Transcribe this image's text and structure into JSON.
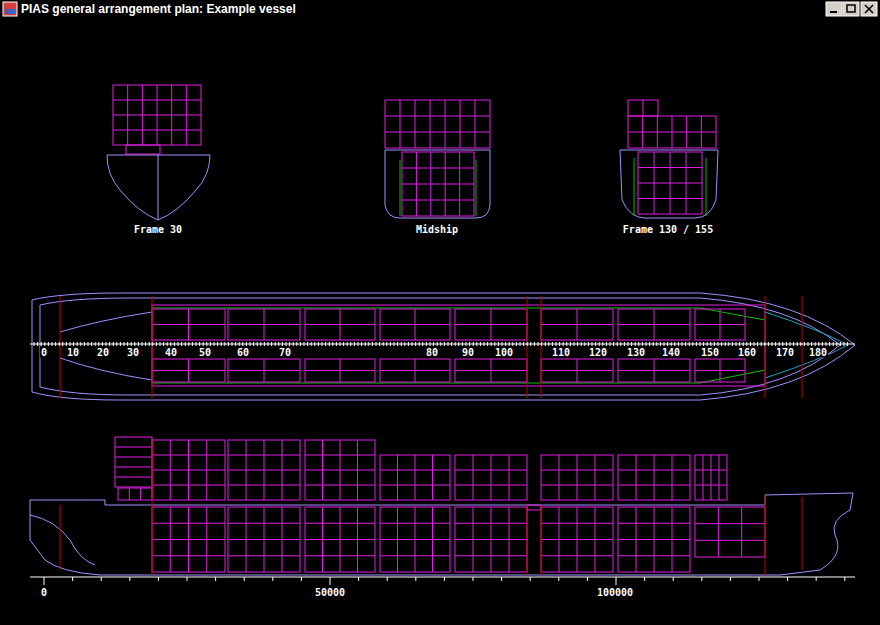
{
  "diagram": {
    "title": "PIAS general arrangement plan: Example vessel",
    "labels": [
      "Frame 30",
      "Midship",
      "Frame 130 / 155",
      "0",
      "10",
      "20",
      "30",
      "40",
      "50",
      "60",
      "70",
      "80",
      "90",
      "100",
      "110",
      "120",
      "130",
      "140",
      "150",
      "160",
      "170",
      "180",
      "0",
      "50000",
      "100000"
    ]
  }
}
